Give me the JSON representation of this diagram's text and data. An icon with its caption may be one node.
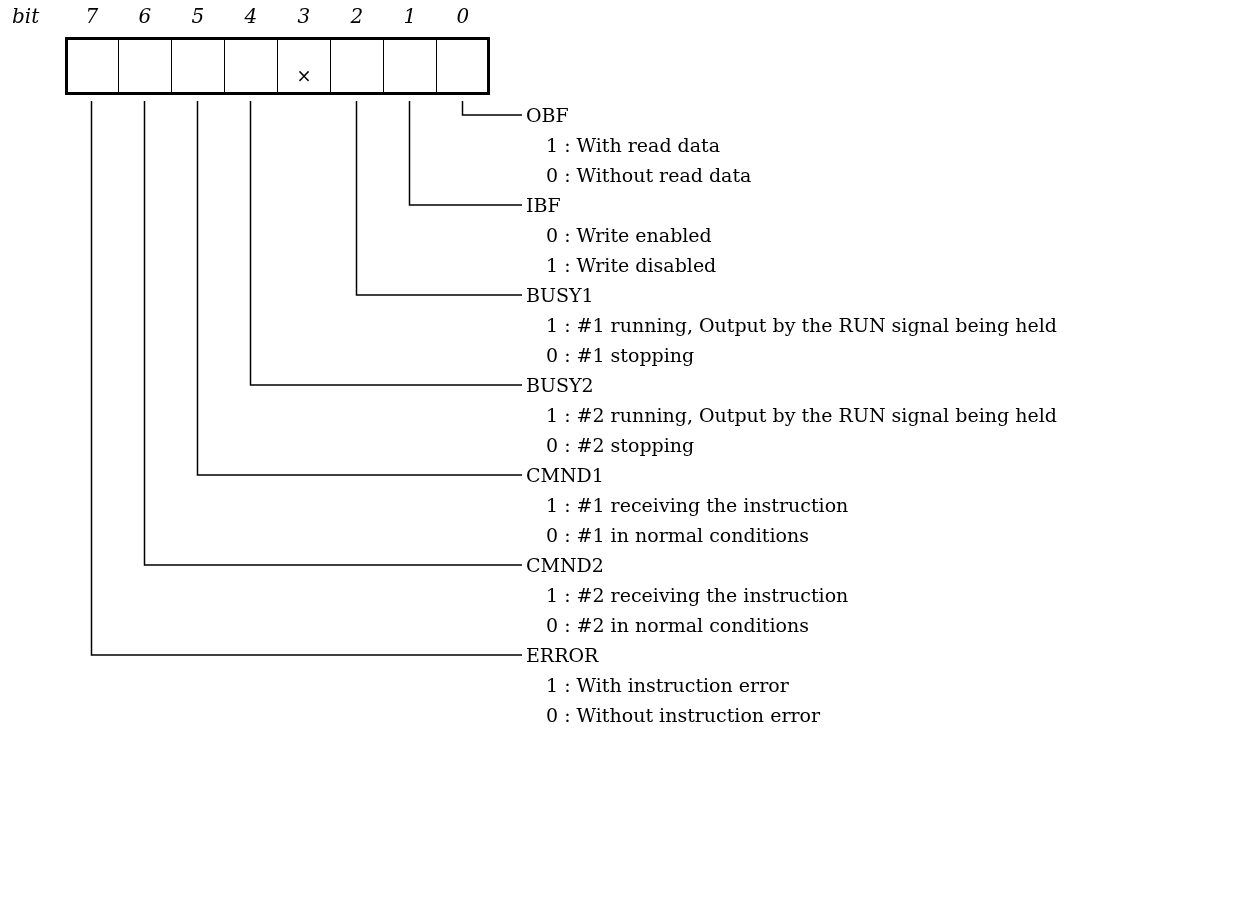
{
  "diagram": {
    "nodes": [
      {
        "text": [],
        "shape": "box"
      },
      {
        "text": [],
        "shape": "box"
      },
      {
        "text": [],
        "shape": "box"
      },
      {
        "text": [],
        "shape": "box"
      },
      {
        "text": [
          "×"
        ]
      },
      {
        "text": [],
        "shape": "box"
      },
      {
        "text": [],
        "shape": "box"
      },
      {
        "text": [],
        "shape": "box"
      },
      {
        "text": [
          "OBF",
          "1 : With read data",
          "0 : Without read data"
        ]
      },
      {
        "text": [
          "IBF",
          "0 : Write enabled",
          "1 : Write disabled"
        ]
      },
      {
        "text": [
          "BUSY1",
          "1 : #1 running, Output by the RUN signal being held",
          "0 : #1 stopping"
        ]
      },
      {
        "text": [
          "BUSY2",
          "1 : #2 running, Output by the RUN signal being held",
          "0 : #2 stopping"
        ]
      },
      {
        "text": [
          "CMND1",
          "1 : #1 receiving the instruction",
          "0 : #1 in normal conditions"
        ]
      },
      {
        "text": [
          "CMND2",
          "1 : #2 receiving the instruction",
          "0 : #2 in normal conditions"
        ]
      },
      {
        "text": [
          "ERROR",
          "1 : With instruction error",
          "0 : Without instruction error"
        ]
      }
    ],
    "edges": [
      {
        "from": 7,
        "to": 8,
        "arrow": "none"
      },
      {
        "from": 6,
        "to": 9,
        "arrow": "none"
      },
      {
        "from": 5,
        "to": 10,
        "arrow": "none"
      },
      {
        "from": 3,
        "to": 11,
        "arrow": "none"
      },
      {
        "from": 2,
        "to": 12,
        "arrow": "none"
      },
      {
        "from": 1,
        "to": 13,
        "arrow": "none"
      },
      {
        "from": 0,
        "to": 14,
        "arrow": "none"
      }
    ],
    "labels": [
      "bit",
      "7",
      "6",
      "5",
      "4",
      "3",
      "2",
      "1",
      "0"
    ]
  }
}
